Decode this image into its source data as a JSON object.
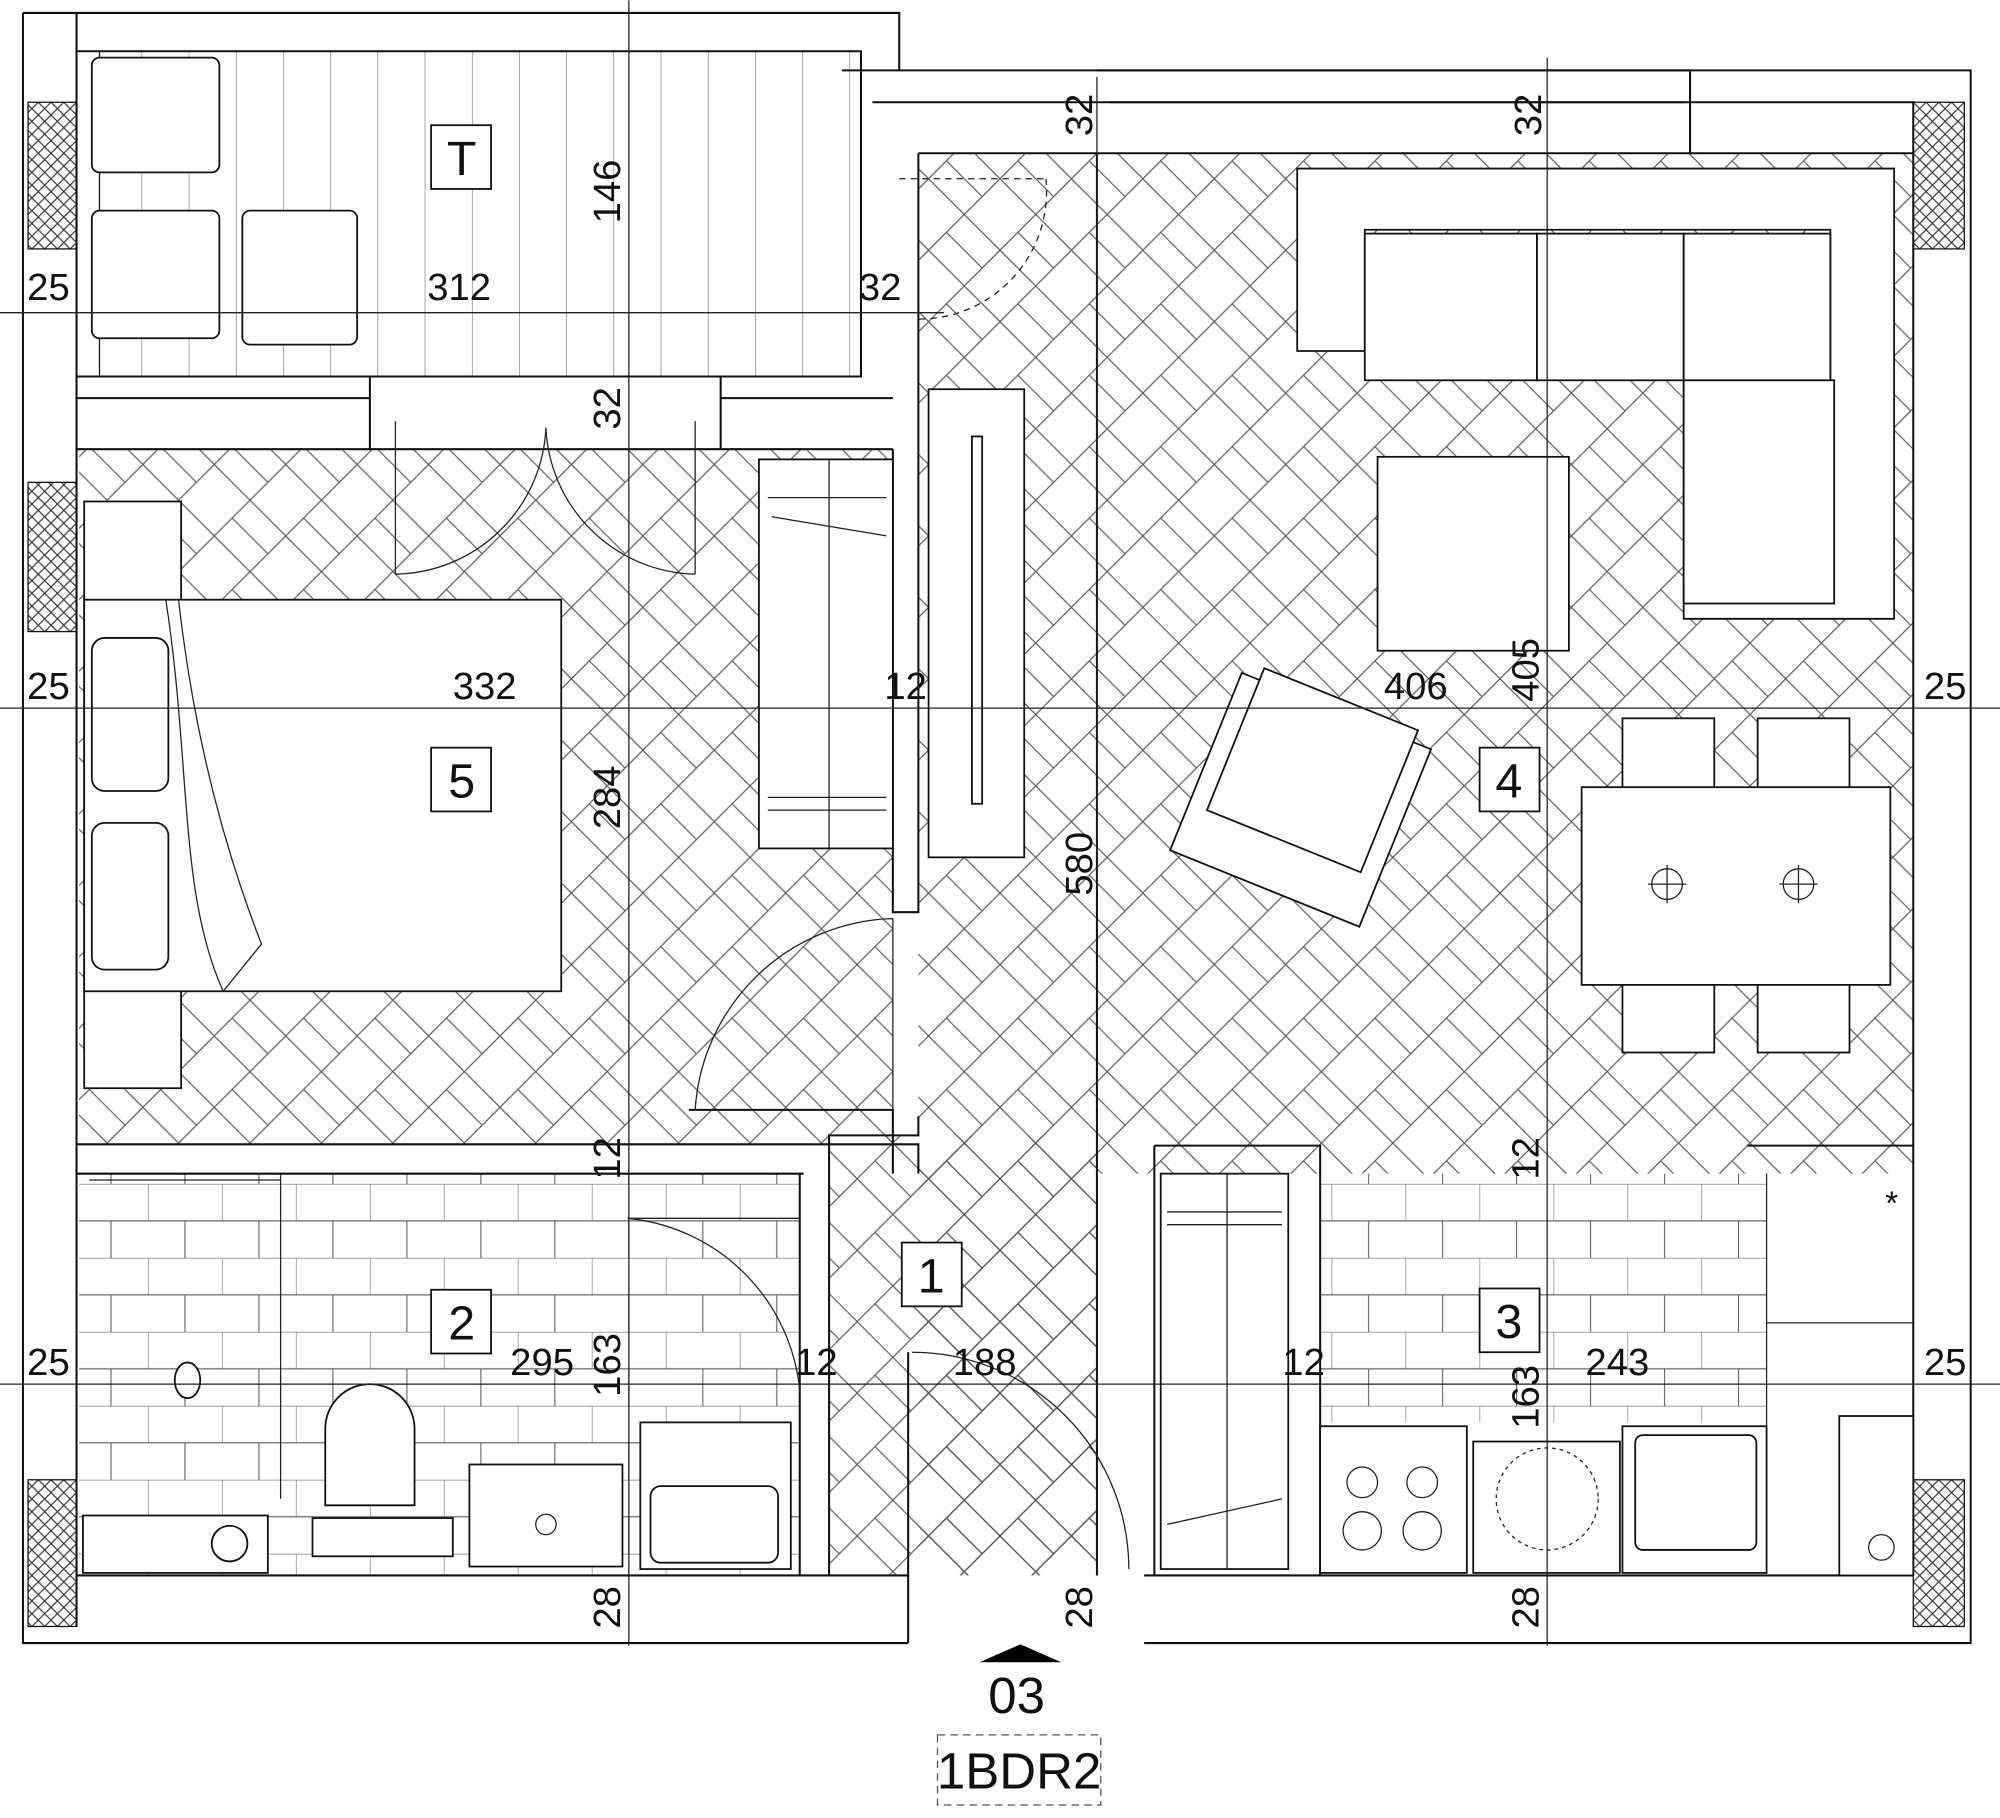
{
  "plan": {
    "unit_code": "1BDR2",
    "section_marker": "03",
    "rooms": {
      "terrace": "T",
      "hall": "1",
      "bathroom": "2",
      "kitchen": "3",
      "living": "4",
      "bedroom": "5"
    },
    "dimensions": {
      "terrace_left_wall": "25",
      "terrace_width": "312",
      "terrace_right_wall": "32",
      "terrace_depth": "146",
      "terrace_wall": "32",
      "top_wall_left": "32",
      "top_wall_right": "32",
      "bedroom_left_wall": "25",
      "bedroom_width": "332",
      "bedroom_partition": "12",
      "bedroom_depth": "284",
      "hall_length": "580",
      "living_width": "406",
      "living_depth": "405",
      "living_right_wall": "25",
      "bath_top_partition": "12",
      "kitchen_top_partition": "12",
      "bath_left_wall": "25",
      "bath_width": "295",
      "bath_depth": "163",
      "bath_partition": "12",
      "hall_width": "188",
      "kitchen_partition": "12",
      "kitchen_depth": "163",
      "kitchen_width": "243",
      "kitchen_right_wall": "25",
      "bottom_wall_left": "28",
      "bottom_wall_mid": "28",
      "bottom_wall_right": "28"
    }
  }
}
